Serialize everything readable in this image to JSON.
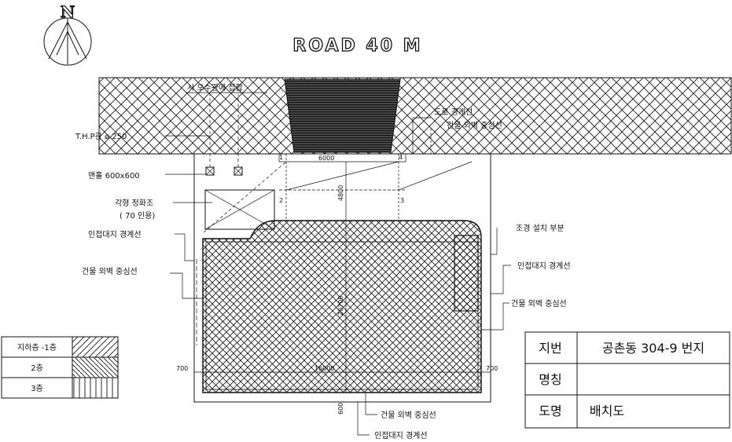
{
  "north_label": "N",
  "road_label": "ROAD 40 M",
  "callouts": {
    "sewer_connect": "시 오수관에 접합",
    "thp_pipe": "T.H.P관 ø 250",
    "road_boundary": "도로 경계선",
    "bldg_center_top": "건물 외벽 중심선",
    "manhole": "맨홀 600x600",
    "septic_tank": "각형 정화조",
    "septic_capacity": "( 70 인용)",
    "adjacent_left_top": "인접대지 경계선",
    "bldg_center_left": "건물 외벽 중심선",
    "landscape": "조경 설치 부분",
    "adjacent_right": "인접대지 경계선",
    "bldg_center_right": "건물 외벽 중심선",
    "bldg_center_bottom": "건물 외벽 중심선",
    "adjacent_bottom": "인접대지 경계선"
  },
  "dimensions": {
    "road_width": "6000",
    "front_depth": "4800",
    "body_depth": "20700",
    "body_width": "16000",
    "left_offset": "700",
    "right_offset": "700",
    "bottom_offset": "600",
    "corner_1": "1",
    "corner_2": "2",
    "corner_3": "3",
    "corner_4": "4"
  },
  "legend": [
    {
      "label": "지하층 -1층",
      "pattern": "diag"
    },
    {
      "label": "2층",
      "pattern": "backdiag"
    },
    {
      "label": "3층",
      "pattern": "vertical"
    }
  ],
  "title_block": {
    "row1_label": "지번",
    "row1_value": "공촌동 304-9 번지",
    "row2_label": "명칭",
    "row2_value": "",
    "row3_label": "도명",
    "row3_value": "배치도"
  }
}
